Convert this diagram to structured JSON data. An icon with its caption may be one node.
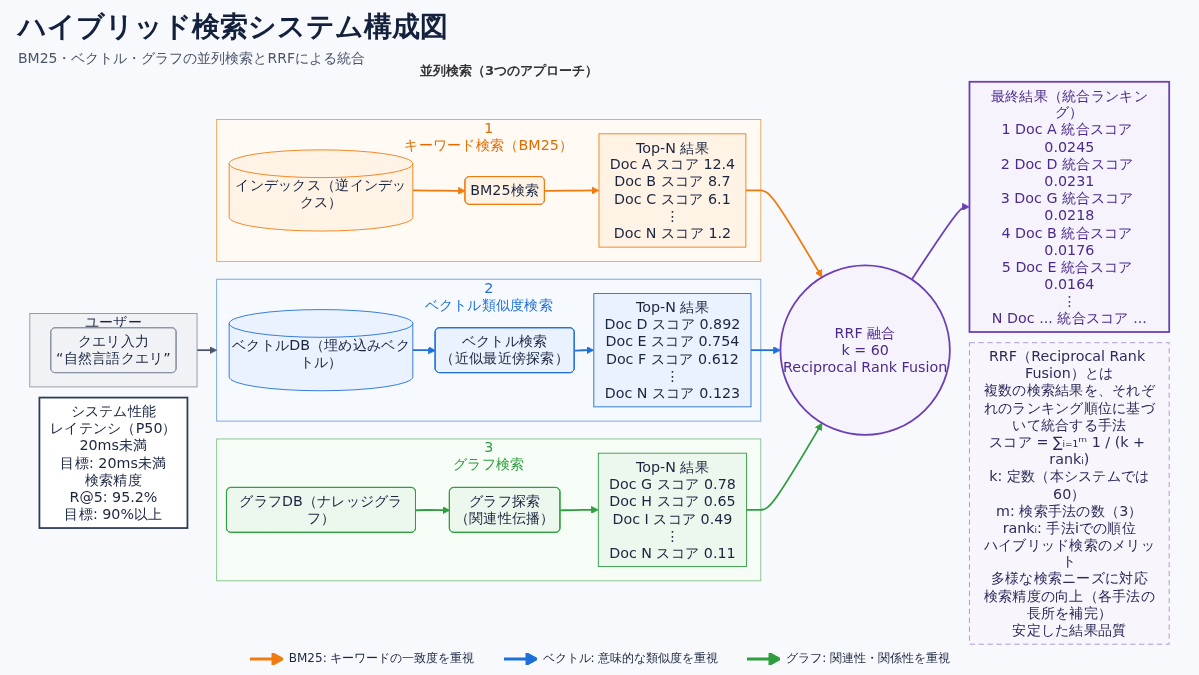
{
  "diagram": {
    "title": "ハイブリッド検索システム構成図",
    "nodes": [
      {
        "text": [
          "ユーザー"
        ]
      },
      {
        "text": [
          "クエリ入力",
          "“自然言語クエリ”"
        ],
        "in": 0
      },
      {
        "text": [
          "1",
          "キーワード検索（BM25）"
        ]
      },
      {
        "text": [
          "インデックス（逆インデックス）"
        ],
        "in": 2
      },
      {
        "text": [
          "BM25検索"
        ],
        "in": 2
      },
      {
        "text": [
          "Top-N 結果",
          "Doc A スコア 12.4",
          "Doc B スコア 8.7",
          "Doc C スコア 6.1",
          "⋮",
          "Doc N スコア 1.2"
        ],
        "in": 2
      },
      {
        "text": [
          "2",
          "ベクトル類似度検索"
        ]
      },
      {
        "text": [
          "ベクトルDB（埋め込みベクトル）"
        ],
        "in": 6
      },
      {
        "text": [
          "ベクトル検索",
          "（近似最近傍探索）"
        ],
        "in": 6
      },
      {
        "text": [
          "Top-N 結果",
          "Doc D スコア 0.892",
          "Doc E スコア 0.754",
          "Doc F スコア 0.612",
          "⋮",
          "Doc N スコア 0.123"
        ],
        "in": 6
      },
      {
        "text": [
          "3",
          "グラフ検索"
        ]
      },
      {
        "text": [
          "グラフDB（ナレッジグラフ）"
        ],
        "in": 10
      },
      {
        "text": [
          "グラフ探索",
          "（関連性伝播）"
        ],
        "in": 10
      },
      {
        "text": [
          "Top-N 結果",
          "Doc G スコア 0.78",
          "Doc H スコア 0.65",
          "Doc I スコア 0.49",
          "⋮",
          "Doc N スコア 0.11"
        ],
        "in": 10
      },
      {
        "text": [
          "RRF 融合",
          "k = 60",
          "Reciprocal Rank Fusion"
        ]
      },
      {
        "text": [
          "最終結果（統合ランキング）",
          "1 Doc A 統合スコア 0.0245",
          "2 Doc D 統合スコア 0.0231",
          "3 Doc G 統合スコア 0.0218",
          "4 Doc B 統合スコア 0.0176",
          "5 Doc E 統合スコア 0.0164",
          "⋮",
          "N Doc ... 統合スコア ..."
        ]
      },
      {
        "text": [
          "システム性能",
          "レイテンシ（P50）",
          "20ms未満",
          "目標: 20ms未満",
          "検索精度",
          "R@5: 95.2%",
          "目標: 90%以上"
        ]
      },
      {
        "text": [
          "RRF（Reciprocal Rank Fusion）とは",
          "複数の検索結果を、それぞれのランキング順位に基づいて統合する手法",
          "スコア = ∑ᵢ₌₁ᵐ 1 / (k + rankᵢ)",
          "k: 定数（本システムでは60）",
          "m: 検索手法の数（3）",
          "rankᵢ: 手法iでの順位",
          "ハイブリッド検索のメリット",
          "多様な検索ニーズに対応",
          "検索精度の向上（各手法の長所を補完）",
          "安定した結果品質"
        ]
      }
    ],
    "edges": [
      {
        "from": 0,
        "to": 6,
        "arrow": "to",
        "color": "#4a5568"
      },
      {
        "from": 3,
        "to": 4,
        "arrow": "to",
        "color": "#f07c10"
      },
      {
        "from": 4,
        "to": 5,
        "arrow": "to",
        "color": "#f07c10"
      },
      {
        "from": 5,
        "to": 14,
        "arrow": "to",
        "color": "#f07c10"
      },
      {
        "from": 7,
        "to": 8,
        "arrow": "to",
        "color": "#1f6fd9"
      },
      {
        "from": 8,
        "to": 9,
        "arrow": "to",
        "color": "#1f6fd9"
      },
      {
        "from": 9,
        "to": 14,
        "arrow": "to",
        "color": "#1f6fd9"
      },
      {
        "from": 11,
        "to": 12,
        "arrow": "to",
        "color": "#2e9e3e"
      },
      {
        "from": 12,
        "to": 13,
        "arrow": "to",
        "color": "#2e9e3e"
      },
      {
        "from": 13,
        "to": 14,
        "arrow": "to",
        "color": "#2e9e3e"
      },
      {
        "from": 14,
        "to": 15,
        "arrow": "to",
        "color": "#6b3fb5"
      }
    ],
    "labels": [
      "BM25・ベクトル・グラフの並列検索とRRFによる統合",
      "並列検索（3つのアプローチ）"
    ],
    "legend": [
      {
        "text": "BM25: キーワードの一致度を重視"
      },
      {
        "text": "ベクトル: 意味的な類似度を重視"
      },
      {
        "text": "グラフ: 関連性・関係性を重視"
      }
    ]
  }
}
